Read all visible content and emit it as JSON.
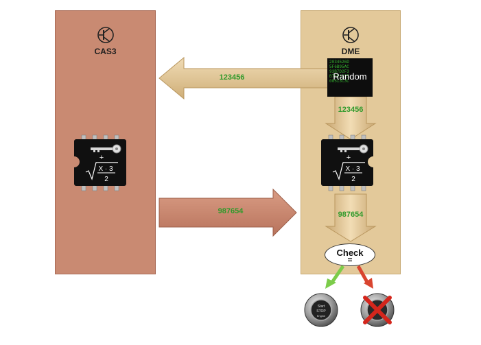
{
  "panels": {
    "left": {
      "title": "CAS3",
      "icon": "transistor-icon"
    },
    "right": {
      "title": "DME",
      "icon": "transistor-icon"
    }
  },
  "random_block": {
    "label": "Random",
    "background_digits": [
      "2034526D",
      "5F6B95AC",
      "93B7D2F3",
      "B74E1225",
      "00513C3C"
    ]
  },
  "values": {
    "challenge_to_cas3": "123456",
    "challenge_to_dme_chip": "123456",
    "response_to_dme": "987654",
    "dme_result": "987654"
  },
  "chip": {
    "icon": "ic-chip-icon",
    "formula_plus": "+",
    "formula_top": "X · 3",
    "formula_bottom": "2"
  },
  "check": {
    "label": "Check",
    "symbol": "="
  },
  "outcomes": {
    "success_icon": "engine-start-stop-button-icon",
    "failure_icon": "red-x-icon",
    "button_text": [
      "Start",
      "STOP",
      "Engine"
    ]
  },
  "colors": {
    "cas3": "#c98a72",
    "dme": "#e3c99a",
    "values": "#2f9a2b"
  }
}
